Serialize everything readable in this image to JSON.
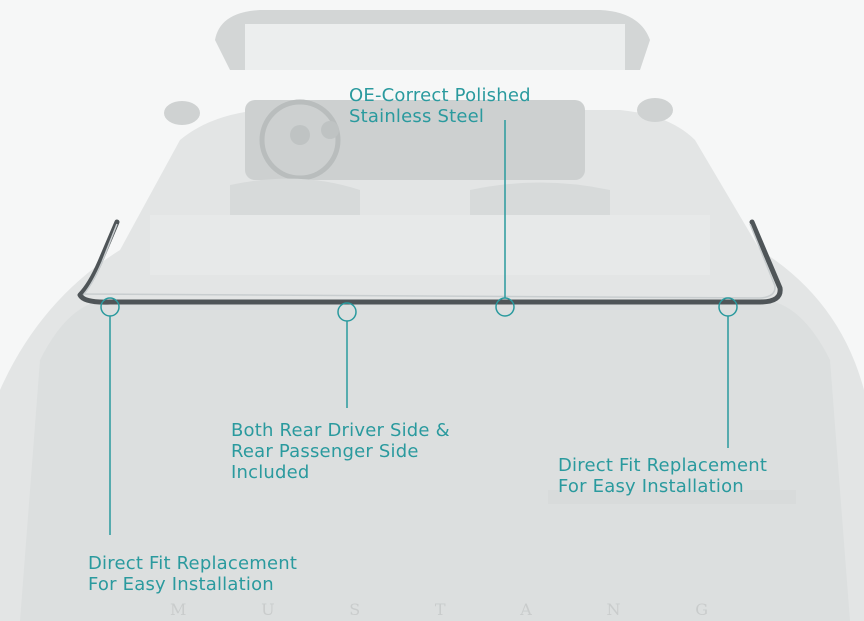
{
  "callouts": {
    "steel": {
      "line1": "OE-Correct Polished",
      "line2": "Stainless Steel"
    },
    "sides": {
      "line1": "Both Rear Driver Side &",
      "line2": "Rear Passenger Side",
      "line3": "Included"
    },
    "right": {
      "line1": "Direct Fit Replacement",
      "line2": "For Easy Installation"
    },
    "left": {
      "line1": "Direct Fit Replacement",
      "line2": "For Easy Installation"
    }
  },
  "trunk_emblem": [
    "M",
    "U",
    "S",
    "T",
    "A",
    "N",
    "G"
  ],
  "colors": {
    "accent": "#2a9a9e",
    "car_body": "#e2e4e4",
    "trim": "#555b5e"
  }
}
